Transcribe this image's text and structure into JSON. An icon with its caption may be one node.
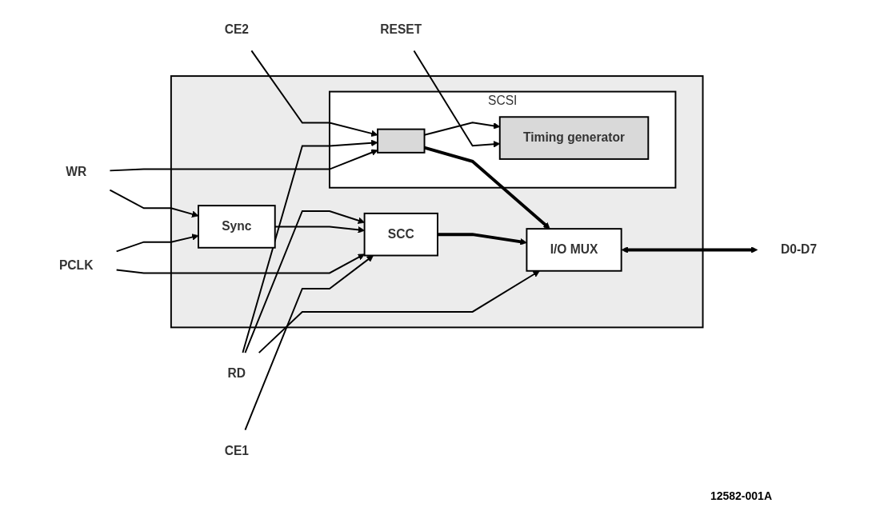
{
  "diagram": {
    "nodes": [
      {
        "text": [],
        "shape": "box"
      },
      {
        "text": [
          "CE1"
        ]
      },
      {
        "text": [
          "SCC"
        ],
        "in": 0
      },
      {
        "text": [
          "PCLK"
        ]
      },
      {
        "text": [
          "WR"
        ]
      },
      {
        "text": [
          "Sync"
        ],
        "in": 0
      },
      {
        "text": [
          "I/O MUX"
        ],
        "in": 0
      },
      {
        "text": [
          "D0-D7"
        ]
      },
      {
        "text": [
          "SCSI"
        ],
        "in": 0
      },
      {
        "text": [],
        "shape": "box",
        "in": 8
      },
      {
        "text": [
          "RD"
        ]
      },
      {
        "text": [
          "CE2"
        ]
      },
      {
        "text": [
          "RESET"
        ]
      },
      {
        "text": [
          "Timing generator"
        ],
        "in": 8
      }
    ],
    "edges": [
      {
        "from": 1,
        "to": 2,
        "arrow": "to"
      },
      {
        "from": 3,
        "to": 2,
        "arrow": "to"
      },
      {
        "from": 3,
        "to": 5,
        "arrow": "to"
      },
      {
        "from": 4,
        "to": 5,
        "arrow": "to"
      },
      {
        "from": 5,
        "to": 2,
        "arrow": "to"
      },
      {
        "from": 4,
        "to": 9,
        "arrow": "to"
      },
      {
        "from": 10,
        "to": 2,
        "arrow": "to"
      },
      {
        "from": 10,
        "to": 6,
        "arrow": "to"
      },
      {
        "from": 10,
        "to": 9,
        "arrow": "to"
      },
      {
        "from": 11,
        "to": 9,
        "arrow": "to"
      },
      {
        "from": 2,
        "to": 6,
        "arrow": "to",
        "style": "thick"
      },
      {
        "from": 9,
        "to": 6,
        "arrow": "to",
        "style": "thick"
      },
      {
        "from": 6,
        "to": 7,
        "arrow": "both",
        "style": "thick"
      },
      {
        "from": 12,
        "to": 13,
        "arrow": "to"
      },
      {
        "from": 9,
        "to": 13,
        "arrow": "to"
      }
    ],
    "labels": [
      "12582-001A"
    ]
  }
}
